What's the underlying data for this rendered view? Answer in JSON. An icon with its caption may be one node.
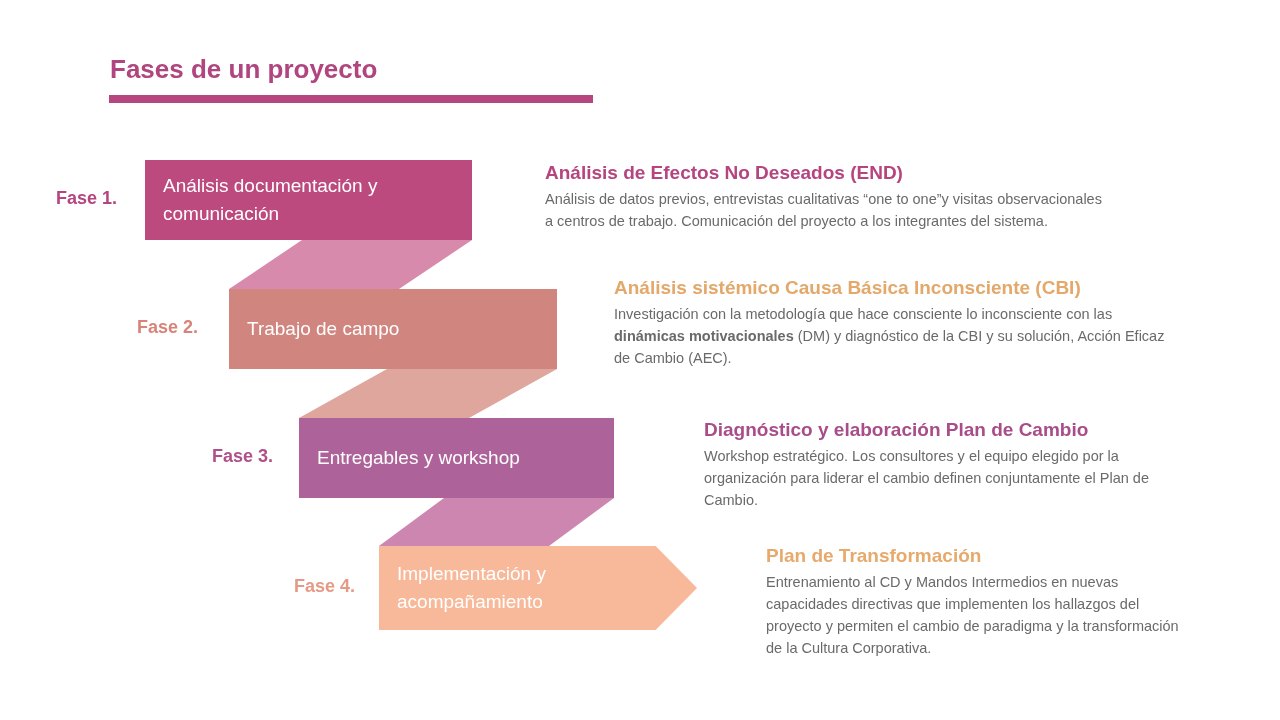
{
  "diagram": {
    "title": "Fases de un proyecto",
    "nodes": [
      {
        "text": [
          "Análisis  documentación y comunicación"
        ],
        "beside": [
          "Fase 1."
        ]
      },
      {
        "text": [
          "Trabajo de campo"
        ],
        "beside": [
          "Fase 2."
        ]
      },
      {
        "text": [
          "Entregables y workshop"
        ],
        "beside": [
          "Fase 3."
        ]
      },
      {
        "text": [
          "Implementación y acompañamiento"
        ],
        "beside": [
          "Fase 4."
        ]
      }
    ],
    "edges": [
      {
        "from": 0,
        "to": 1,
        "arrow": "none",
        "style": "thick",
        "color": "#d88aac"
      },
      {
        "from": 1,
        "to": 2,
        "arrow": "none",
        "style": "thick",
        "color": "#dfa69e"
      },
      {
        "from": 2,
        "to": 3,
        "arrow": "none",
        "style": "thick",
        "color": "#cc86b0"
      }
    ],
    "labels": [
      "Análisis de Efectos No Deseados (END)",
      "Análisis de datos previos, entrevistas cualitativas “one to one”y visitas observacionales a centros de trabajo. Comunicación del proyecto a los integrantes del sistema.",
      "Análisis sistémico Causa Básica Inconsciente (CBI)",
      "Investigación con la metodología que hace consciente lo inconsciente con las **dinámicas motivacionales** (DM) y diagnóstico de la CBI y su solución, Acción Eficaz de Cambio (AEC).",
      "Diagnóstico y elaboración Plan de Cambio",
      "Workshop estratégico. Los consultores y el equipo elegido por la organización para liderar el cambio definen conjuntamente  el Plan de Cambio.",
      "Plan de Transformación",
      "Entrenamiento al CD y Mandos Intermedios en nuevas capacidades directivas que implementen los hallazgos del proyecto y permiten el cambio de paradigma y la transformación de la Cultura Corporativa."
    ]
  }
}
